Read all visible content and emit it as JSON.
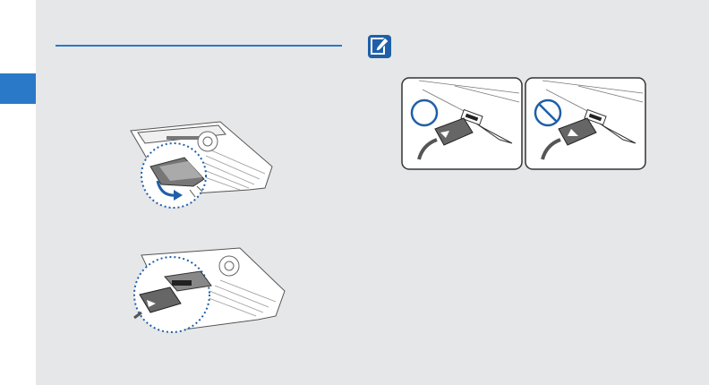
{
  "page": {
    "sidebar": {
      "chapter_tab_color": "#2a78c8"
    },
    "heading_rule_color": "#2a78c8",
    "note_icon": {
      "name": "note-pencil-icon",
      "color": "#1f5fa8"
    },
    "illustrations": [
      {
        "name": "open-connector-cover-illustration"
      },
      {
        "name": "insert-charger-plug-illustration"
      },
      {
        "name": "correct-plug-orientation-illustration",
        "status": "correct",
        "status_icon": "circle-ok-icon"
      },
      {
        "name": "incorrect-plug-orientation-illustration",
        "status": "incorrect",
        "status_icon": "prohibited-icon"
      }
    ]
  }
}
